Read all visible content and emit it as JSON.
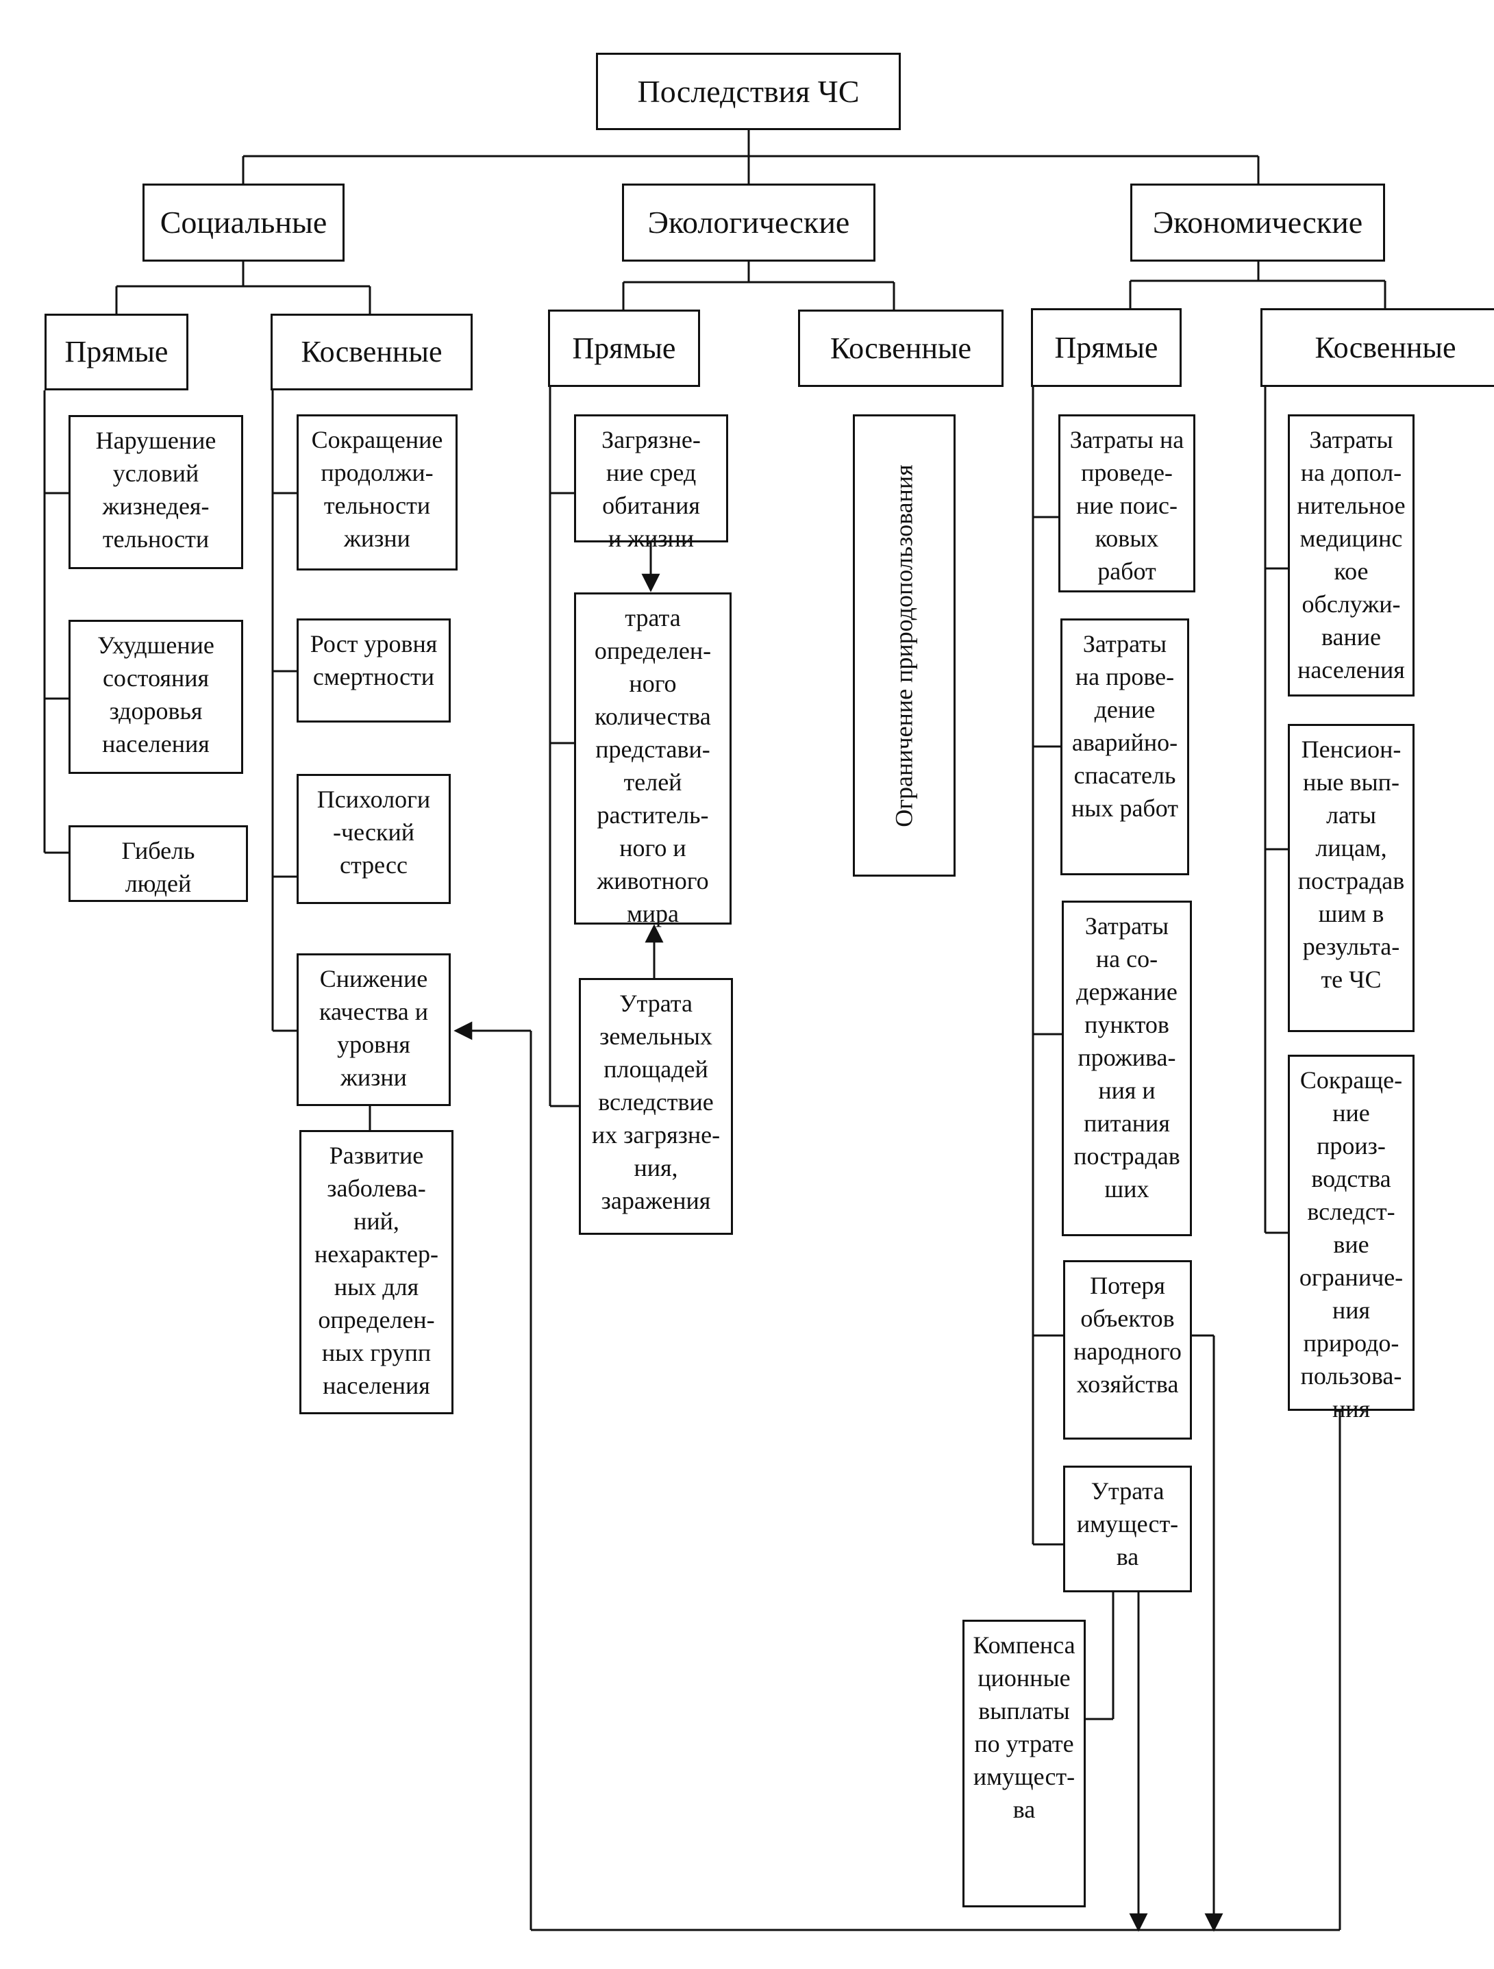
{
  "root": {
    "label": "Последствия ЧС"
  },
  "social": {
    "label": "Социальные",
    "direct": {
      "label": "Прямые",
      "items": [
        "Нарушение\nусловий\nжизнедея-\nтельности",
        "Ухудшение\nсостояния\nздоровья\nнаселения",
        "Гибель\nлюдей"
      ]
    },
    "indirect": {
      "label": "Косвенные",
      "items": [
        "Сокращение\nпродолжи-\nтельности\nжизни",
        "Рост уровня\nсмертности",
        "Психологи\n-ческий\nстресс",
        "Снижение\nкачества и\nуровня\nжизни",
        "Развитие\nзаболева-\nний,\nнехарактер-\nных для\nопределен-\nных групп\nнаселения"
      ]
    }
  },
  "ecological": {
    "label": "Экологические",
    "direct": {
      "label": "Прямые",
      "items": [
        "Загрязне-\nние сред\nобитания\nи жизни",
        "трата\nопределен-\nного\nколичества\nпредстави-\nтелей\nраститель-\nного и\nживотного\nмира",
        "Утрата\nземельных\nплощадей\nвследствие\nих загрязне-\nния,\nзаражения"
      ]
    },
    "indirect": {
      "label": "Косвенные",
      "items": [
        "Ограничение природопользования"
      ]
    }
  },
  "economic": {
    "label": "Экономические",
    "direct": {
      "label": "Прямые",
      "items": [
        "Затраты на\nпроведе-\nние поис-\nковых\nработ",
        "Затраты\nна прове-\nдение\nаварийно-\nспасатель\nных работ",
        "Затраты\nна со-\nдержание\nпунктов\nпрожива-\nния и\nпитания\nпострадав\nших",
        "Потеря\nобъектов\nнародного\nхозяйства",
        "Утрата\nимущест-\nва",
        "Компенса\nционные\nвыплаты\nпо утрате\nимущест-\nва"
      ]
    },
    "indirect": {
      "label": "Косвенные",
      "items": [
        "Затраты\nна допол-\nнительное\nмедицинс\nкое\nобслужи-\nвание\nнаселения",
        "Пенсион-\nные вып-\nлаты\nлицам,\nпострадав\nшим в\nрезульта-\nте ЧС",
        "Сокраще-\nние\nпроиз-\nводства\nвследст-\nвие\nограниче-\nния\nприродо-\nпользова-\nния"
      ]
    }
  }
}
